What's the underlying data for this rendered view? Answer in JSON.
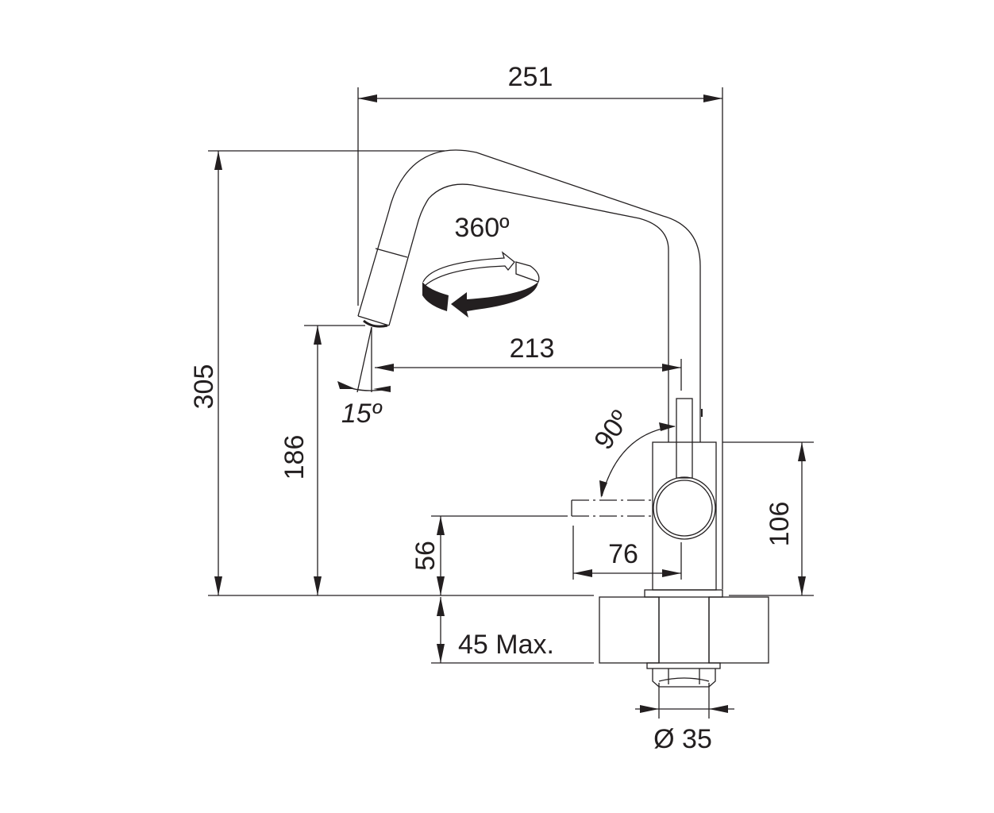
{
  "dimensions": {
    "overall_width": "251",
    "overall_height": "305",
    "spout_height": "186",
    "lever_height": "56",
    "max_counter_thickness": "45 Max.",
    "body_height": "106",
    "spout_reach": "213",
    "lever_reach": "76",
    "hole_diameter": "Ø 35"
  },
  "angles": {
    "swivel": "360º",
    "spray_tilt": "15º",
    "lever_rotation": "90º"
  },
  "colors": {
    "line": "#231f20",
    "background": "#ffffff"
  }
}
